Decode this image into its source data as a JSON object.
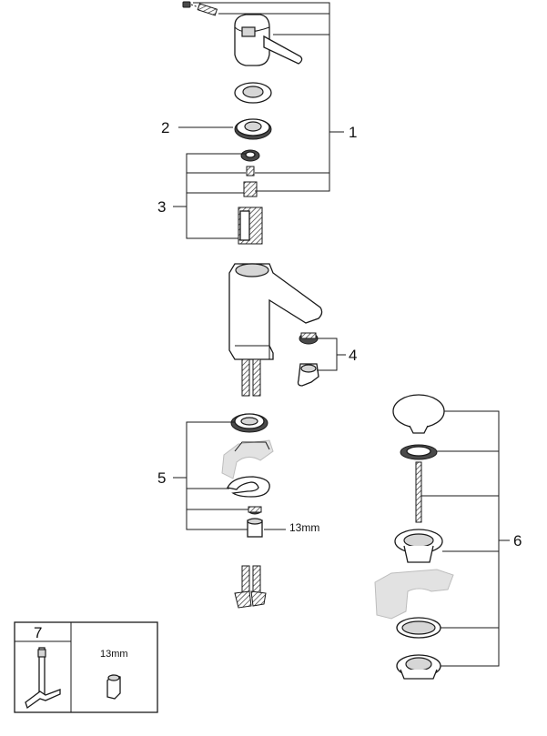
{
  "callouts": {
    "c1": "1",
    "c2": "2",
    "c3": "3",
    "c4": "4",
    "c5": "5",
    "c6": "6",
    "c7": "7"
  },
  "labels": {
    "wrench_size": "13mm",
    "tool_box_size": "13mm"
  }
}
